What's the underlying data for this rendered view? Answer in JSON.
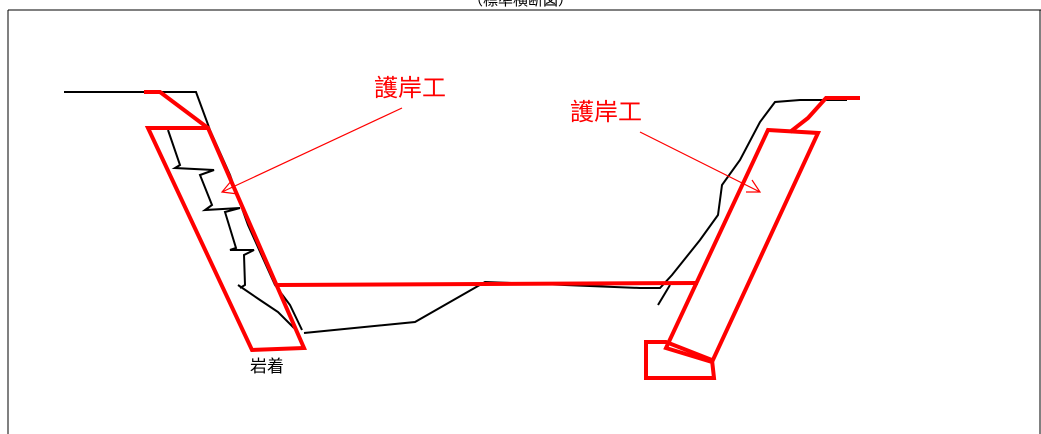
{
  "figure": {
    "title": "（標準横断図）",
    "labels": {
      "revetment_left": "護岸工",
      "revetment_right": "護岸工",
      "bedrock": "岩着"
    },
    "colors": {
      "structure": "#ff0000",
      "ground": "#000000",
      "frame": "#000000"
    }
  }
}
